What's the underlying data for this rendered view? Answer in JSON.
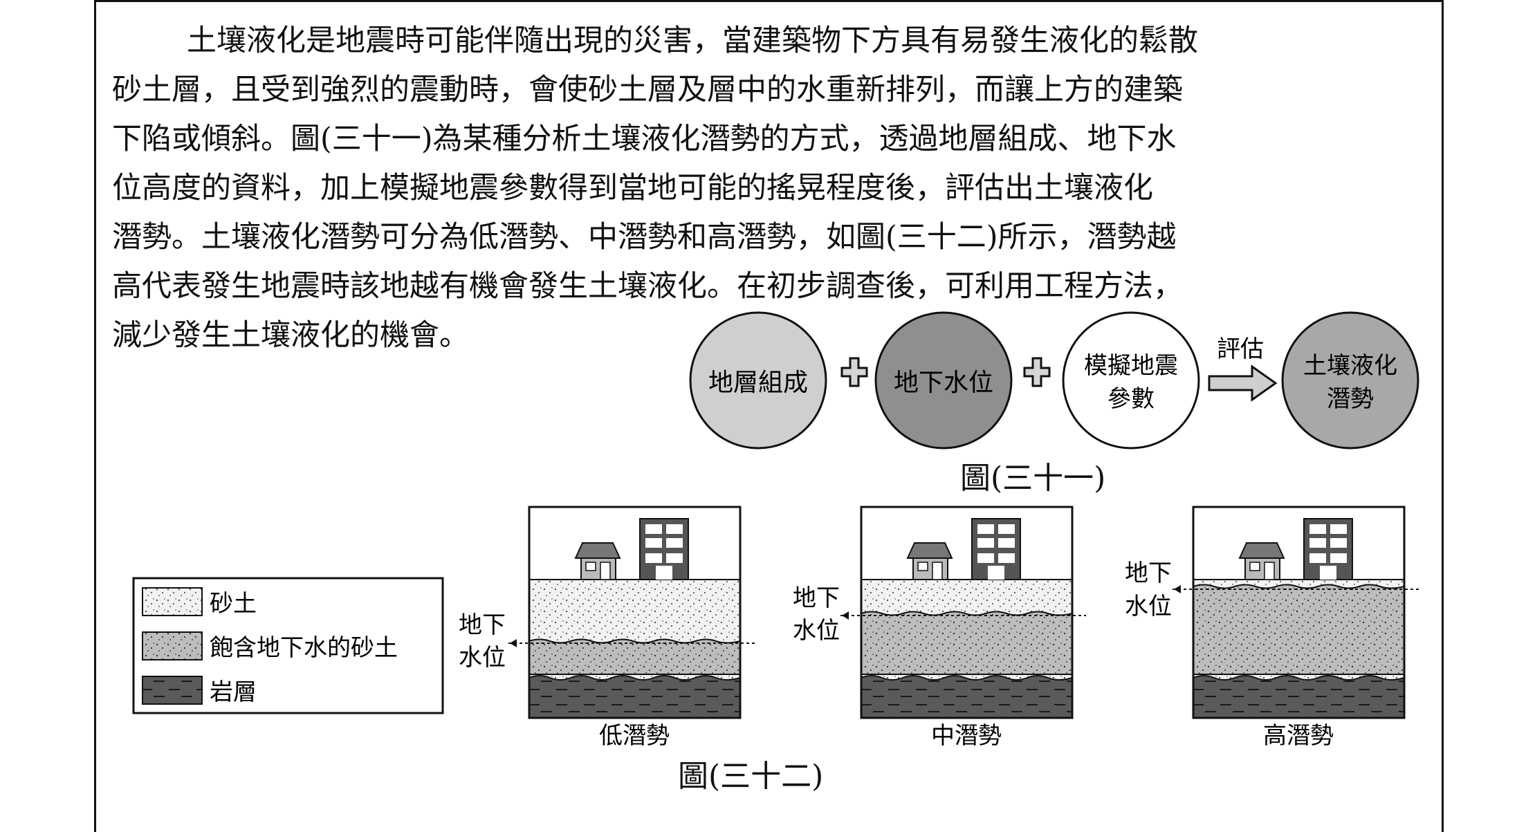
{
  "paragraph": {
    "lines": [
      "土壤液化是地震時可能伴隨出現的災害，當建築物下方具有易發生液化的鬆散",
      "砂土層，且受到強烈的震動時，會使砂土層及層中的水重新排列，而讓上方的建築",
      "下陷或傾斜。圖(三十一)為某種分析土壤液化潛勢的方式，透過地層組成、地下水",
      "位高度的資料，加上模擬地震參數得到當地可能的搖晃程度後，評估出土壤液化",
      "潛勢。土壤液化潛勢可分為低潛勢、中潛勢和高潛勢，如圖(三十二)所示，潛勢越",
      "高代表發生地震時該地越有機會發生土壤液化。在初步調查後，可利用工程方法，",
      "減少發生土壤液化的機會。"
    ]
  },
  "figure31": {
    "caption": "圖(三十一)",
    "circle1": "地層組成",
    "circle2": "地下水位",
    "circle3_line1": "模擬地震",
    "circle3_line2": "參數",
    "arrow_label": "評估",
    "circle4_line1": "土壤液化",
    "circle4_line2": "潛勢",
    "colors": {
      "circle1": "#cfcfcf",
      "circle2": "#8f8f8f",
      "circle3": "#ffffff",
      "circle4": "#a8a8a8"
    }
  },
  "figure32": {
    "caption": "圖(三十二)",
    "legend": {
      "sand": "砂土",
      "saturated": "飽含地下水的砂土",
      "rock": "岩層"
    },
    "water_table_line1": "地下",
    "water_table_line2": "水位",
    "panel_labels": [
      "低潛勢",
      "中潛勢",
      "高潛勢"
    ],
    "colors": {
      "sand": "#f2f2f2",
      "saturated": "#bdbdbd",
      "rock": "#5a5a5a"
    }
  }
}
